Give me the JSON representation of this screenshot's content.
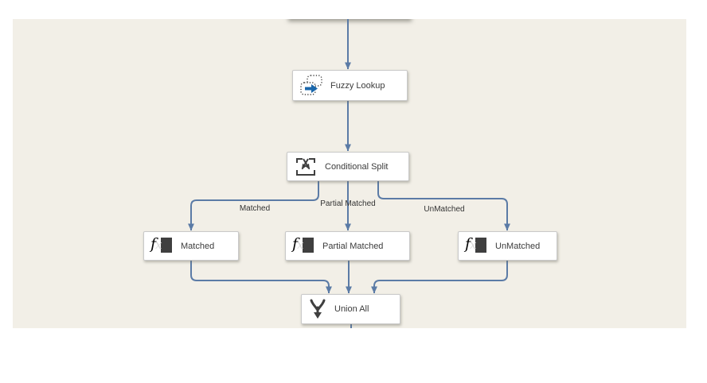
{
  "diagram": {
    "nodes": [
      {
        "id": "fuzzy-lookup",
        "label": "Fuzzy Lookup",
        "icon": "fuzzy-lookup-icon"
      },
      {
        "id": "conditional-split",
        "label": "Conditional Split",
        "icon": "conditional-split-icon"
      },
      {
        "id": "matched",
        "label": "Matched",
        "icon": "fx-icon"
      },
      {
        "id": "partial-matched",
        "label": "Partial Matched",
        "icon": "fx-icon"
      },
      {
        "id": "unmatched",
        "label": "UnMatched",
        "icon": "fx-icon"
      },
      {
        "id": "union-all",
        "label": "Union All",
        "icon": "union-all-icon"
      }
    ],
    "edge_labels": [
      {
        "id": "matched-edge",
        "text": "Matched"
      },
      {
        "id": "partial-matched-edge",
        "text": "Partial Matched"
      },
      {
        "id": "unmatched-edge",
        "text": "UnMatched"
      }
    ],
    "colors": {
      "surface": "#f2efe7",
      "connector": "#5b7ba6",
      "node_border": "#c9c9c9",
      "node_background": "#ffffff",
      "node_text": "#3b3b3b",
      "icon_dark": "#3f3f3f",
      "fuzzy_arrow": "#1b67ab"
    }
  }
}
